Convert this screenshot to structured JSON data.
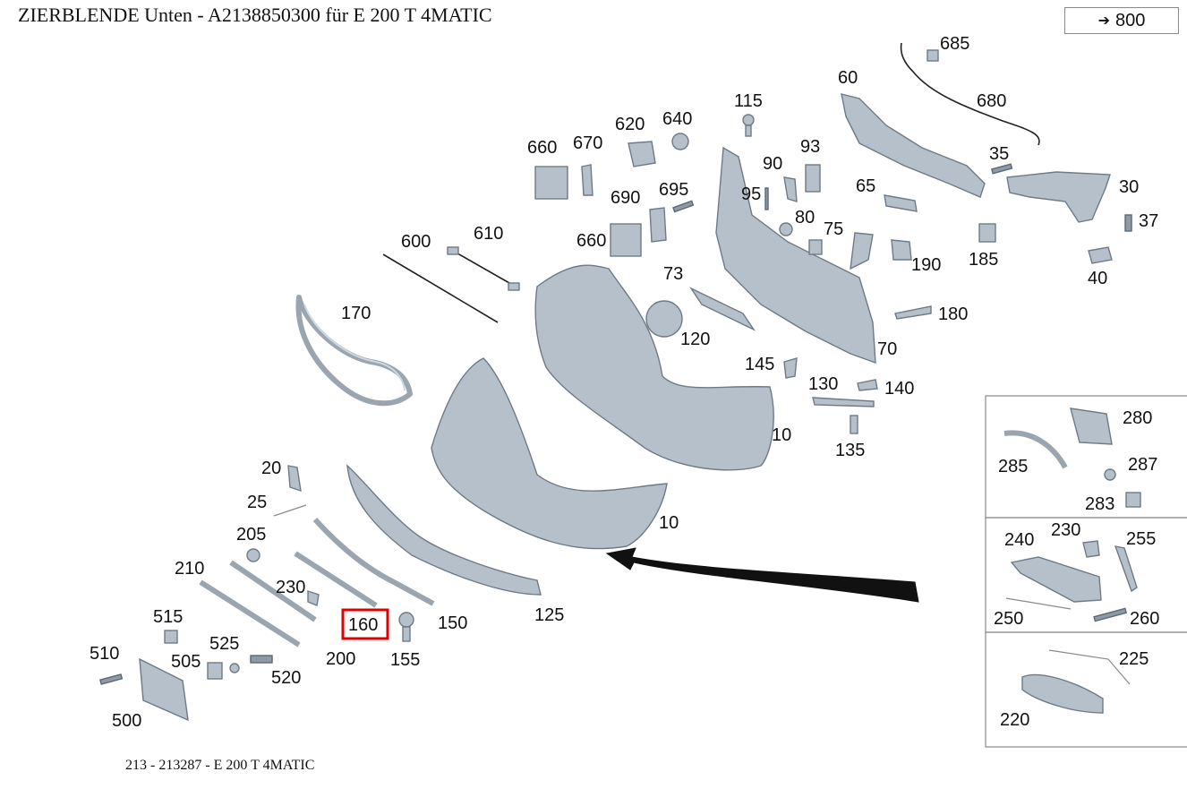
{
  "header": {
    "title": "ZIERBLENDE Unten - A2138850300 für E 200 T 4MATIC"
  },
  "nav": {
    "label": "800",
    "icon": "arrow-right-icon"
  },
  "footer": {
    "text": "213 - 213287 - E 200 T 4MATIC"
  },
  "selected_part": "160",
  "labels": {
    "p685": "685",
    "p680": "680",
    "p60": "60",
    "p35": "35",
    "p30": "30",
    "p37": "37",
    "p40": "40",
    "p185": "185",
    "p65": "65",
    "p115": "115",
    "p90": "90",
    "p93": "93",
    "p95": "95",
    "p80": "80",
    "p75": "75",
    "p190": "190",
    "p180": "180",
    "p70": "70",
    "p620": "620",
    "p640": "640",
    "p660a": "660",
    "p670": "670",
    "p690": "690",
    "p695": "695",
    "p660b": "660",
    "p600": "600",
    "p610": "610",
    "p73": "73",
    "p120": "120",
    "p170": "170",
    "p145": "145",
    "p130": "130",
    "p140": "140",
    "p135": "135",
    "p10a": "10",
    "p10b": "10",
    "p20": "20",
    "p25": "25",
    "p205": "205",
    "p210": "210",
    "p230a": "230",
    "p160": "160",
    "p150": "150",
    "p125": "125",
    "p155": "155",
    "p200": "200",
    "p515": "515",
    "p525": "525",
    "p505": "505",
    "p520": "520",
    "p510": "510",
    "p500": "500",
    "p280": "280",
    "p285": "285",
    "p287": "287",
    "p283": "283",
    "p240": "240",
    "p230b": "230",
    "p255": "255",
    "p250": "250",
    "p260": "260",
    "p225": "225",
    "p220": "220"
  },
  "colors": {
    "part": "#b6c0ca",
    "highlight": "#e00000"
  }
}
